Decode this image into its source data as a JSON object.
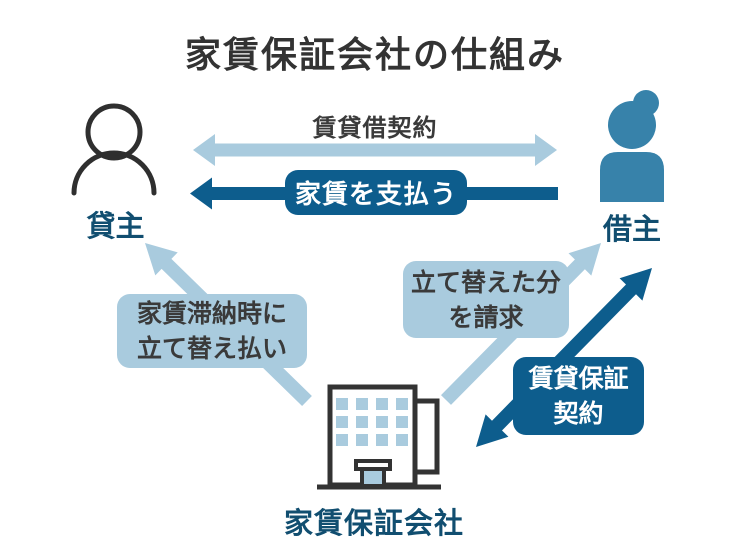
{
  "title": "家賃保証会社の仕組み",
  "actors": {
    "landlord": {
      "label": "貸主",
      "icon": "person-outline-icon"
    },
    "tenant": {
      "label": "借主",
      "icon": "person-filled-icon"
    },
    "company": {
      "label": "家賃保証会社",
      "icon": "building-icon"
    }
  },
  "relations": {
    "lease": {
      "label": "賃貸借契約",
      "arrow": "double-headed light blue between landlord and tenant"
    },
    "pay_rent": {
      "label": "家賃を支払う",
      "arrow": "dark blue from tenant to landlord"
    },
    "advance_payment": {
      "line1": "家賃滞納時に",
      "line2": "立て替え払い",
      "arrow": "light blue from company to landlord"
    },
    "claim": {
      "line1": "立て替えた分",
      "line2": "を請求",
      "arrow": "light blue from company to tenant"
    },
    "guarantee": {
      "line1": "賃貸保証",
      "line2": "契約",
      "arrow": "double-headed dark blue between tenant and company"
    }
  },
  "colors": {
    "dark_blue": "#0d5d8d",
    "light_blue": "#a9cbde",
    "actor_label_blue": "#114e70",
    "person_fill_blue": "#3782aa",
    "outline_dark": "#2f2f2f",
    "title_text": "#333333",
    "badge_text_dark": "#3a3a3a",
    "background": "#ffffff"
  }
}
